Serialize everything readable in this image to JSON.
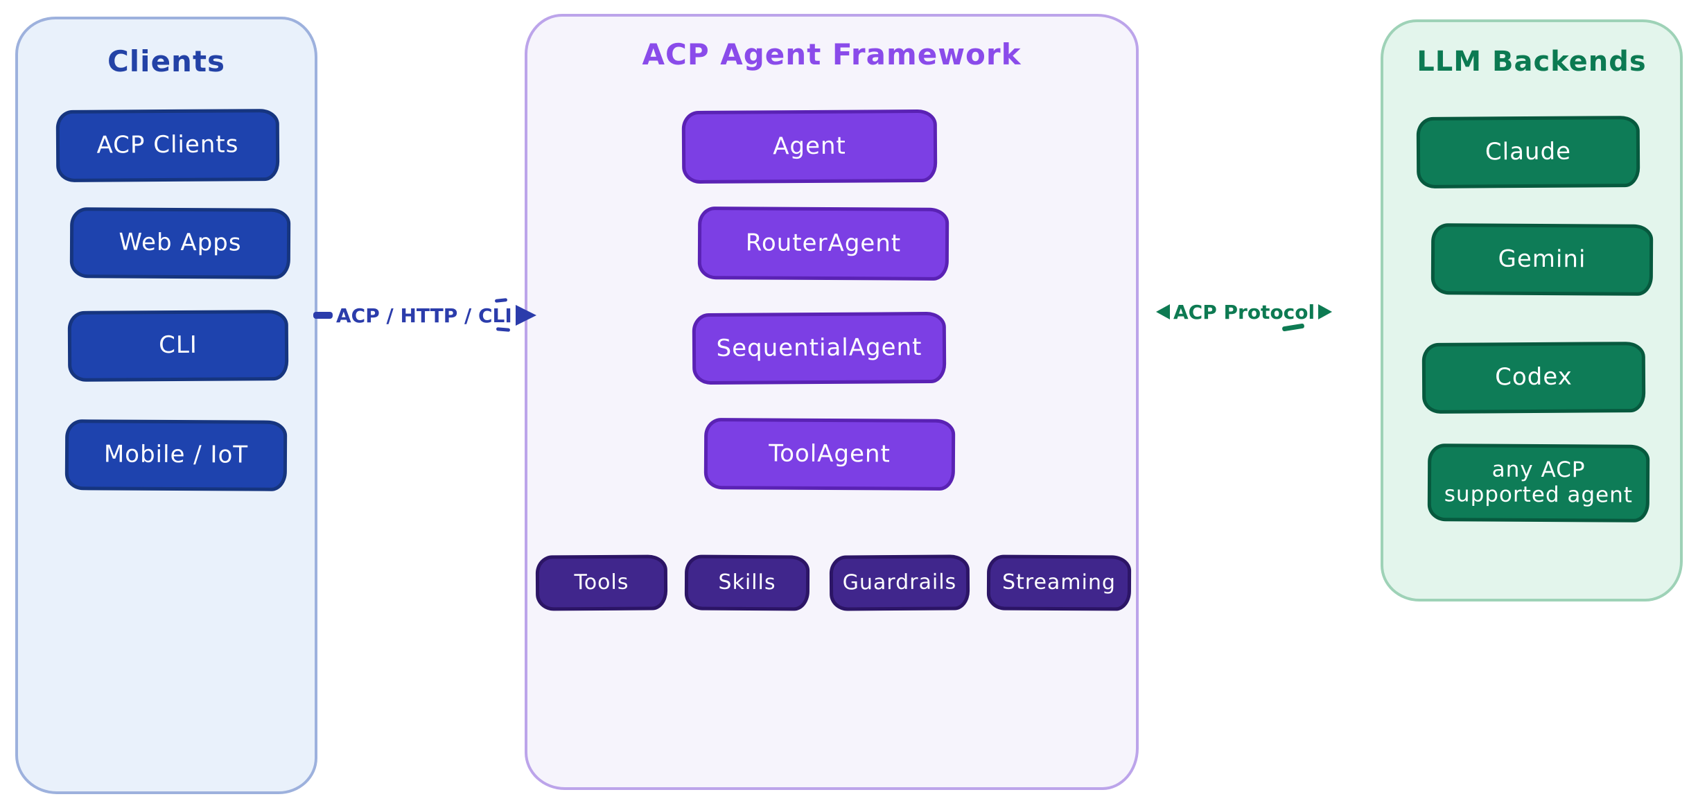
{
  "clients": {
    "title": "Clients",
    "boxes": [
      {
        "label": "ACP Clients"
      },
      {
        "label": "Web Apps"
      },
      {
        "label": "CLI"
      },
      {
        "label": "Mobile / IoT"
      }
    ]
  },
  "framework": {
    "title": "ACP Agent Framework",
    "agents": [
      {
        "label": "Agent"
      },
      {
        "label": "RouterAgent"
      },
      {
        "label": "SequentialAgent"
      },
      {
        "label": "ToolAgent"
      }
    ],
    "features": [
      {
        "label": "Tools"
      },
      {
        "label": "Skills"
      },
      {
        "label": "Guardrails"
      },
      {
        "label": "Streaming"
      }
    ]
  },
  "backends": {
    "title": "LLM Backends",
    "boxes": [
      {
        "label": "Claude"
      },
      {
        "label": "Gemini"
      },
      {
        "label": "Codex"
      },
      {
        "label": "any ACP supported agent"
      }
    ]
  },
  "arrows": {
    "clients_framework": {
      "label": "ACP / HTTP / CLI"
    },
    "framework_backends": {
      "label": "ACP Protocol"
    }
  },
  "colors": {
    "canvas_bg": "#ffffff",
    "clients_panel_bg": "#e9f1fb",
    "clients_panel_border": "#9db1dd",
    "clients_title": "#2342a6",
    "clients_node_fill": "#1e43ae",
    "clients_node_border": "#16357f",
    "framework_panel_bg": "#f6f4fc",
    "framework_panel_border": "#bca4ea",
    "framework_title": "#8a4bea",
    "framework_node_fill": "#7c3fe4",
    "framework_node_border": "#5a22b4",
    "framework_feature_fill": "#40268c",
    "framework_feature_border": "#2c1566",
    "backends_panel_bg": "#e3f5ec",
    "backends_panel_border": "#9ed2b7",
    "backends_title": "#0c7a52",
    "backends_node_fill": "#0e7c57",
    "backends_node_border": "#07593e",
    "arrow_clients_framework": "#2b3cab",
    "arrow_framework_backends": "#0d7a52",
    "node_text": "#ffffff"
  }
}
